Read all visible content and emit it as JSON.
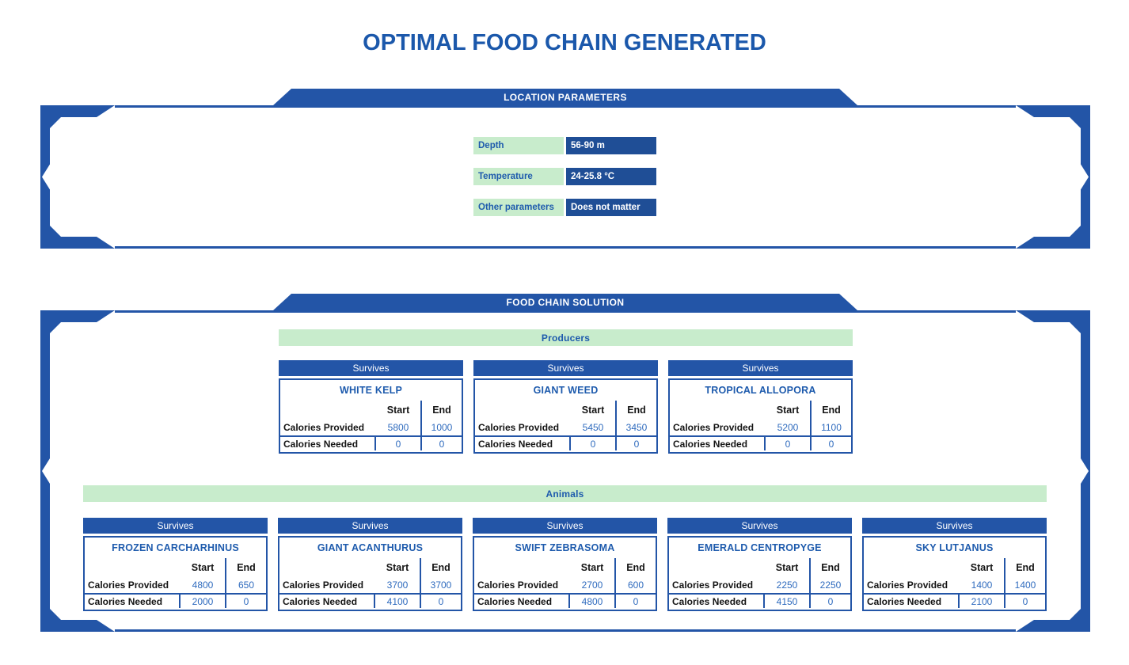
{
  "title": "OPTIMAL FOOD CHAIN GENERATED",
  "colors": {
    "accent_blue": "#2355a7",
    "deep_blue": "#1f4e96",
    "light_green": "#c8eccc",
    "number_blue": "#2f6bbe"
  },
  "location_panel": {
    "banner": "LOCATION PARAMETERS",
    "parameters": [
      {
        "label": "Depth",
        "value": "56-90 m"
      },
      {
        "label": "Temperature",
        "value": "24-25.8 °C"
      },
      {
        "label": "Other parameters",
        "value": "Does not matter"
      }
    ]
  },
  "solution_panel": {
    "banner": "FOOD CHAIN SOLUTION",
    "card_header": "Survives",
    "columns": {
      "start": "Start",
      "end": "End"
    },
    "row_labels": {
      "provided": "Calories Provided",
      "needed": "Calories Needed"
    },
    "groups": [
      {
        "label": "Producers",
        "cards": [
          {
            "name": "WHITE KELP",
            "provided": {
              "start": "5800",
              "end": "1000"
            },
            "needed": {
              "start": "0",
              "end": "0"
            }
          },
          {
            "name": "GIANT WEED",
            "provided": {
              "start": "5450",
              "end": "3450"
            },
            "needed": {
              "start": "0",
              "end": "0"
            }
          },
          {
            "name": "TROPICAL ALLOPORA",
            "provided": {
              "start": "5200",
              "end": "1100"
            },
            "needed": {
              "start": "0",
              "end": "0"
            }
          }
        ]
      },
      {
        "label": "Animals",
        "cards": [
          {
            "name": "FROZEN CARCHARHINUS",
            "provided": {
              "start": "4800",
              "end": "650"
            },
            "needed": {
              "start": "2000",
              "end": "0"
            }
          },
          {
            "name": "GIANT ACANTHURUS",
            "provided": {
              "start": "3700",
              "end": "3700"
            },
            "needed": {
              "start": "4100",
              "end": "0"
            }
          },
          {
            "name": "SWIFT ZEBRASOMA",
            "provided": {
              "start": "2700",
              "end": "600"
            },
            "needed": {
              "start": "4800",
              "end": "0"
            }
          },
          {
            "name": "EMERALD CENTROPYGE",
            "provided": {
              "start": "2250",
              "end": "2250"
            },
            "needed": {
              "start": "4150",
              "end": "0"
            }
          },
          {
            "name": "SKY LUTJANUS",
            "provided": {
              "start": "1400",
              "end": "1400"
            },
            "needed": {
              "start": "2100",
              "end": "0"
            }
          }
        ]
      }
    ]
  }
}
